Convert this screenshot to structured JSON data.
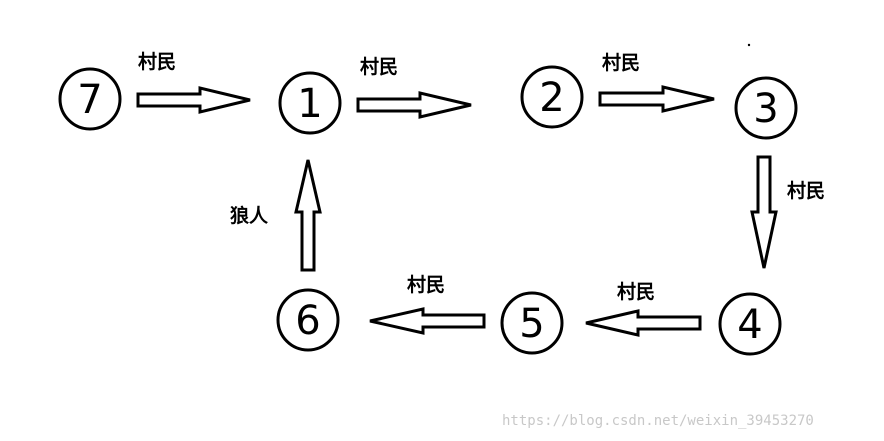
{
  "nodes": {
    "n7": "7",
    "n1": "1",
    "n2": "2",
    "n3": "3",
    "n4": "4",
    "n5": "5",
    "n6": "6"
  },
  "edges": {
    "e7_1": "村民",
    "e1_2": "村民",
    "e2_3": "村民",
    "e3_4": "村民",
    "e4_5": "村民",
    "e5_6": "村民",
    "e6_1": "狼人"
  },
  "watermark": "https://blog.csdn.net/weixin_39453270"
}
